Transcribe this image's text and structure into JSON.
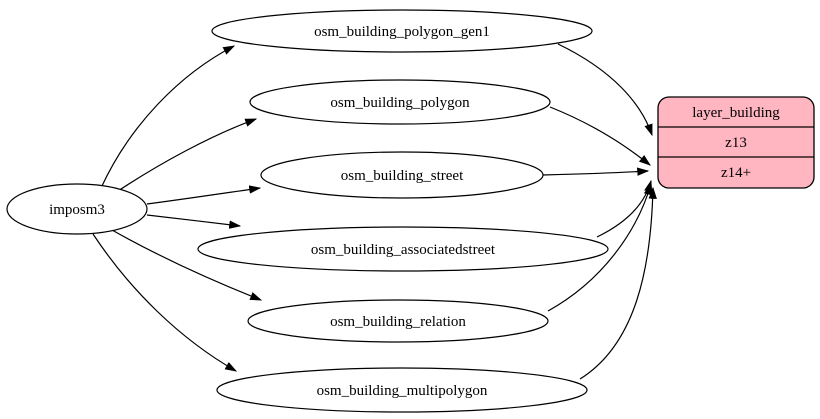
{
  "diagram": {
    "type": "graphviz-dependency-graph",
    "background_color": "#ffffff",
    "edge_color": "#000000",
    "ellipse_fill": "#ffffff",
    "ellipse_stroke": "#000000",
    "record_fill": "#ffb6c1",
    "source_node": {
      "label": "imposm3"
    },
    "table_nodes": [
      {
        "label": "osm_building_polygon_gen1"
      },
      {
        "label": "osm_building_polygon"
      },
      {
        "label": "osm_building_street"
      },
      {
        "label": "osm_building_associatedstreet"
      },
      {
        "label": "osm_building_relation"
      },
      {
        "label": "osm_building_multipolygon"
      }
    ],
    "layer_node": {
      "title": "layer_building",
      "rows": [
        "z13",
        "z14+"
      ]
    },
    "edges": [
      {
        "from": "imposm3",
        "to": "osm_building_polygon_gen1"
      },
      {
        "from": "imposm3",
        "to": "osm_building_polygon"
      },
      {
        "from": "imposm3",
        "to": "osm_building_street"
      },
      {
        "from": "imposm3",
        "to": "osm_building_associatedstreet"
      },
      {
        "from": "imposm3",
        "to": "osm_building_relation"
      },
      {
        "from": "imposm3",
        "to": "osm_building_multipolygon"
      },
      {
        "from": "osm_building_polygon_gen1",
        "to": "layer_building:z13"
      },
      {
        "from": "osm_building_polygon",
        "to": "layer_building:z14+"
      },
      {
        "from": "osm_building_street",
        "to": "layer_building:z14+"
      },
      {
        "from": "osm_building_associatedstreet",
        "to": "layer_building:z14+"
      },
      {
        "from": "osm_building_relation",
        "to": "layer_building:z14+"
      },
      {
        "from": "osm_building_multipolygon",
        "to": "layer_building:z14+"
      }
    ]
  }
}
